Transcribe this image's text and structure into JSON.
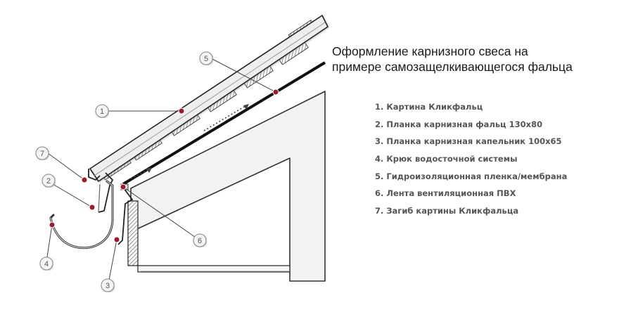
{
  "title": {
    "line1": "Оформление карнизного свеса на",
    "line2": "примере самозащелкивающегося фальца"
  },
  "legend": [
    "1. Картина Кликфальц",
    "2. Планка карнизная фальц 130х80",
    "3. Планка карнизная капельник 100х65",
    "4. Крюк водосточной системы",
    "5. Гидроизоляционная пленка/мембрана",
    "6. Лента вентиляционная ПВХ",
    "7. Загиб картины Кликфальца"
  ],
  "callouts": [
    "1",
    "2",
    "3",
    "4",
    "5",
    "6",
    "7"
  ],
  "colors": {
    "marker": "#9b1b2a",
    "line": "#555555",
    "sheet": "#eeeeee",
    "outline": "#333333"
  }
}
